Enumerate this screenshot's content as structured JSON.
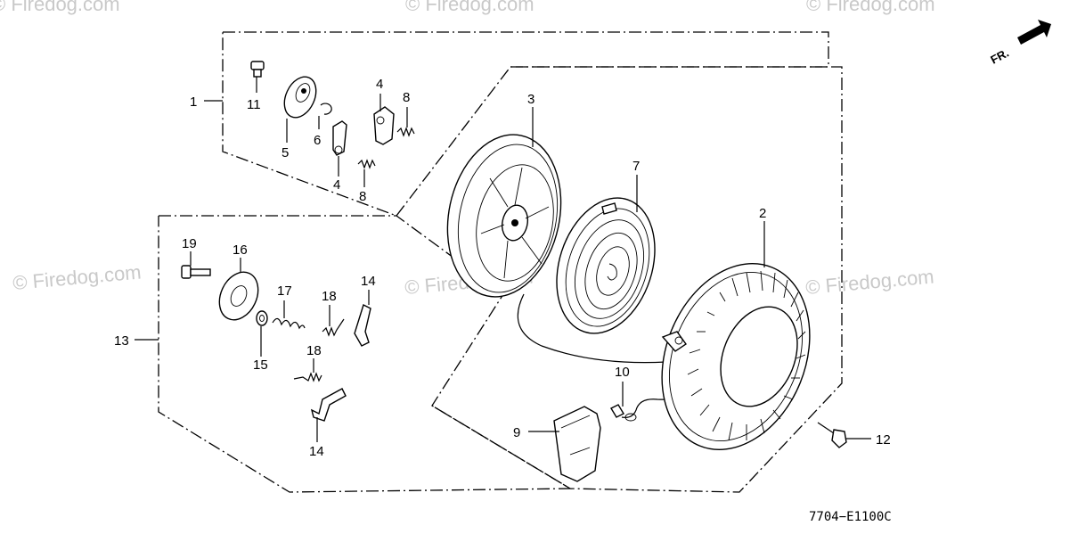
{
  "watermarks": [
    "© Firedog.com",
    "© Firedog.com",
    "© Firedog.com",
    "© Firedog.com",
    "© Firedog.com",
    "© Firedog.com"
  ],
  "direction_label": "FR.",
  "diagram_code": "7704−E1100C",
  "callouts": {
    "p1": "1",
    "p2": "2",
    "p3": "3",
    "p4a": "4",
    "p4b": "4",
    "p5": "5",
    "p6": "6",
    "p7": "7",
    "p8a": "8",
    "p8b": "8",
    "p9": "9",
    "p10": "10",
    "p11": "11",
    "p12": "12",
    "p13": "13",
    "p14a": "14",
    "p14b": "14",
    "p15": "15",
    "p16": "16",
    "p17": "17",
    "p18a": "18",
    "p18b": "18",
    "p19": "19"
  }
}
